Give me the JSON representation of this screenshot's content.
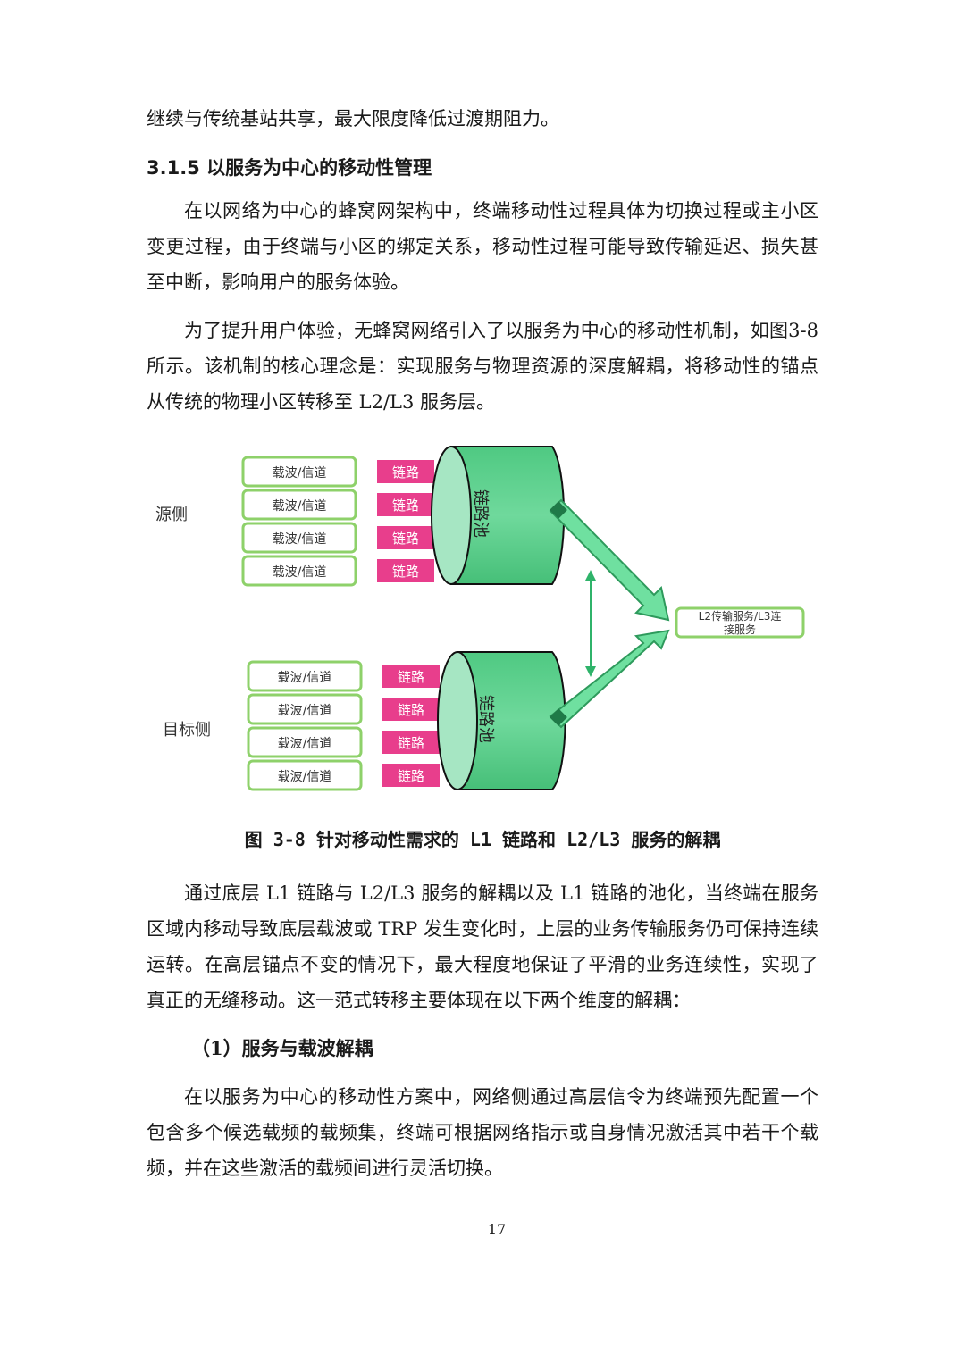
{
  "paragraphs": {
    "p0": "继续与传统基站共享，最大限度降低过渡期阻力。",
    "p1": "在以网络为中心的蜂窝网架构中，终端移动性过程具体为切换过程或主小区变更过程，由于终端与小区的绑定关系，移动性过程可能导致传输延迟、损失甚至中断，影响用户的服务体验。",
    "p2": "为了提升用户体验，无蜂窝网络引入了以服务为中心的移动性机制，如图3-8 所示。该机制的核心理念是：实现服务与物理资源的深度解耦，将移动性的锚点从传统的物理小区转移至 L2/L3 服务层。",
    "p3": "通过底层 L1 链路与 L2/L3 服务的解耦以及 L1 链路的池化，当终端在服务区域内移动导致底层载波或 TRP 发生变化时，上层的业务传输服务仍可保持连续运转。在高层锚点不变的情况下，最大程度地保证了平滑的业务连续性，实现了真正的无缝移动。这一范式转移主要体现在以下两个维度的解耦：",
    "p4": "在以服务为中心的移动性方案中，网络侧通过高层信令为终端预先配置一个包含多个候选载频的载频集，终端可根据网络指示或自身情况激活其中若干个载频，并在这些激活的载频间进行灵活切换。"
  },
  "section_heading": "3.1.5 以服务为中心的移动性管理",
  "subheading": "（1）服务与载波解耦",
  "figure": {
    "caption": "图 3-8 针对移动性需求的 L1 链路和 L2/L3 服务的解耦",
    "source_label": "源侧",
    "target_label": "目标侧",
    "carrier_label": "载波/信道",
    "link_label": "链路",
    "pool_label": "链路池",
    "service_line1": "L2传输服务/L3连",
    "service_line2": "接服务",
    "colors": {
      "green_border": "#8ed16a",
      "pink": "#e83e8c",
      "cylinder": "#5ccf8d",
      "cylinder_end": "#a6e6c3",
      "arrow": "#6fe0a0",
      "arrow_stroke": "#2e9a5c"
    }
  },
  "page_number": "17"
}
